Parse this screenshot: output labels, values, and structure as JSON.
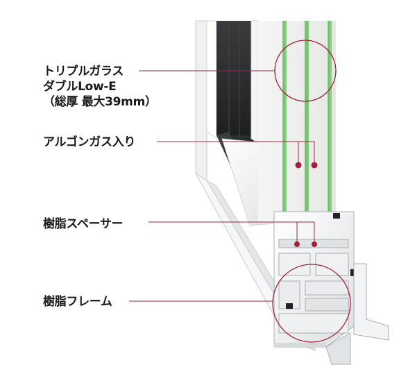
{
  "labels": {
    "triple_glass": [
      "トリプルガラス",
      "ダブルLow-E",
      "（総厚 最大39mm）"
    ],
    "argon_gas": "アルゴンガス入り",
    "resin_spacer": "樹脂スペーサー",
    "resin_frame": "樹脂フレーム"
  },
  "colors": {
    "accent": "#a2213a",
    "glass_edge": "#7fca7a",
    "frame_dark": "#2a2b2d",
    "frame_light": "#f0f1f2",
    "text": "#1a1a1a"
  }
}
